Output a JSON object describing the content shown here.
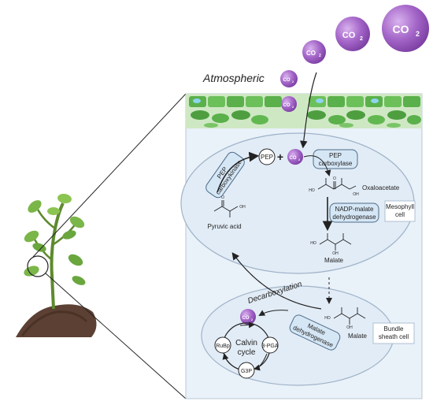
{
  "atmosphere": {
    "label": "Atmospheric",
    "molecules": [
      {
        "formula": "CO",
        "sub": "2"
      },
      {
        "formula": "CO",
        "sub": "2"
      },
      {
        "formula": "CO",
        "sub": "2"
      },
      {
        "formula": "CO",
        "sub": "2"
      },
      {
        "formula": "CO",
        "sub": "2"
      }
    ]
  },
  "mesophyll": {
    "label_line1": "Mesophyll",
    "label_line2": "cell",
    "pep": "PEP",
    "plus": "+",
    "co2": {
      "formula": "CO",
      "sub": "2"
    },
    "pep_carboxylase_line1": "PEP",
    "pep_carboxylase_line2": "carboxylase",
    "oxaloacetate": "Oxaloacetate",
    "nadp_line1": "NADP-malate",
    "nadp_line2": "dehydrogenase",
    "malate": "Malate",
    "pyruvic_acid": "Pyruvic acid",
    "pep_carboxykinase_line1": "PEP",
    "pep_carboxykinase_line2": "carboxykinase"
  },
  "decarboxylation": "Decarboxylation",
  "bundle_sheath": {
    "label_line1": "Bundle",
    "label_line2": "sheath cell",
    "malate": "Malate",
    "malate_dh_line1": "Malate",
    "malate_dh_line2": "dehydrogenase",
    "co2": {
      "formula": "CO",
      "sub": "2"
    },
    "calvin_line1": "Calvin",
    "calvin_line2": "cycle",
    "rubp": "RuBp",
    "g3p": "G3P",
    "pga": "3-PGA"
  },
  "colors": {
    "co2_fill": "#a466c8",
    "leaf_green": "#5ab04a",
    "panel_bg": "#e9f1f9",
    "cell_fill": "#e2ecf6",
    "enzyme_fill": "#d5e6f5"
  }
}
